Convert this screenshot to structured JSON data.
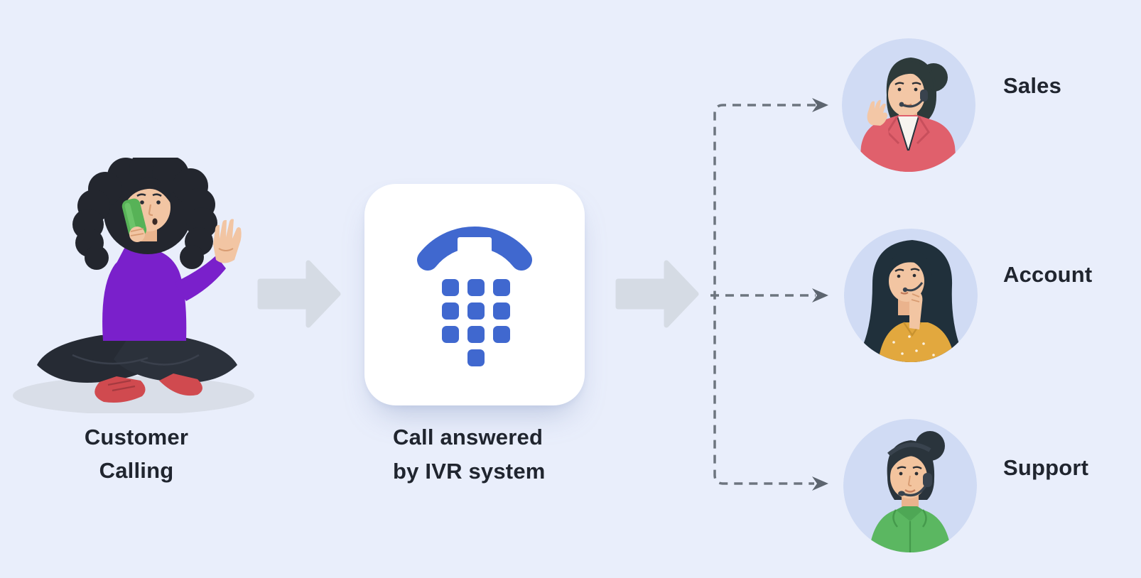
{
  "title": "IVR call routing diagram",
  "background_color": "#e9eefb",
  "text_color": "#20252f",
  "customer": {
    "label_line1": "Customer",
    "label_line2": "Calling",
    "illustration": "woman-sitting-cross-legged-talking-on-green-phone"
  },
  "ivr": {
    "label_line1": "Call answered",
    "label_line2": "by IVR system",
    "icon": "phone-handset-keypad-icon",
    "icon_color": "#4068cf",
    "card_color": "#ffffff"
  },
  "flow": {
    "solid_arrow_color": "#d5dbe4",
    "dashed_line_color": "#6d757f",
    "branches": 3
  },
  "departments": [
    {
      "name": "Sales",
      "avatar": "female-agent-red-blazer-headset",
      "circle_color": "#d0dbf4"
    },
    {
      "name": "Account",
      "avatar": "female-agent-yellow-blouse-headset",
      "circle_color": "#d0dbf4"
    },
    {
      "name": "Support",
      "avatar": "female-agent-green-shirt-headset",
      "circle_color": "#d0dbf4"
    }
  ]
}
